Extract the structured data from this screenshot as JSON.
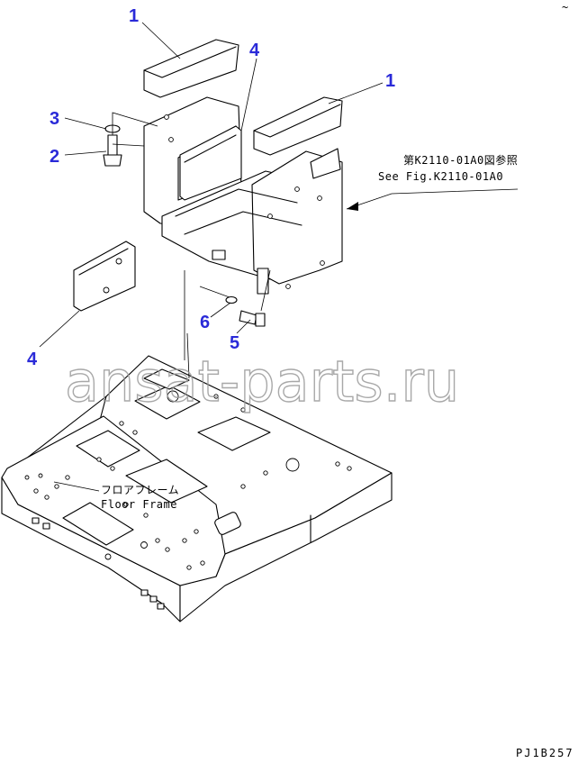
{
  "callouts": {
    "c1a": "1",
    "c1b": "1",
    "c2": "2",
    "c3": "3",
    "c4a": "4",
    "c4b": "4",
    "c5": "5",
    "c6": "6"
  },
  "reference": {
    "jp": "第K2110-01A0図参照",
    "en": "See Fig.K2110-01A0"
  },
  "floor_frame": {
    "jp": "フロアフレーム",
    "en": "Floor Frame"
  },
  "watermark": "ansat-parts.ru",
  "page_code": "PJ1B257",
  "corner_mark": "~"
}
